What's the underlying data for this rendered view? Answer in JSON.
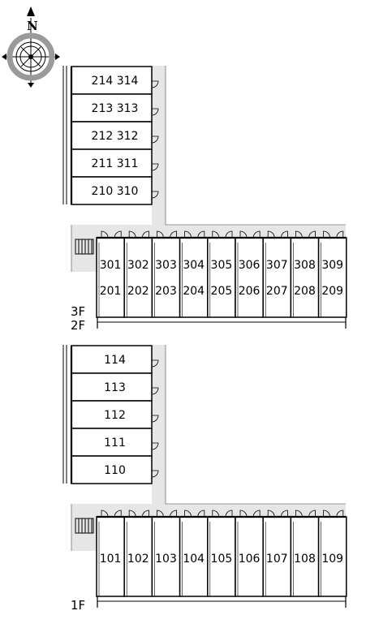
{
  "compass": {
    "north_label": "N",
    "icon": "compass-rose-icon"
  },
  "upper_section": {
    "floor_labels": {
      "top": "3F",
      "bottom": "2F"
    },
    "wing_rooms": [
      "214 314",
      "213 313",
      "212 312",
      "211 311",
      "210 310"
    ],
    "row_rooms": [
      {
        "top": "301",
        "bottom": "201"
      },
      {
        "top": "302",
        "bottom": "202"
      },
      {
        "top": "303",
        "bottom": "203"
      },
      {
        "top": "304",
        "bottom": "204"
      },
      {
        "top": "305",
        "bottom": "205"
      },
      {
        "top": "306",
        "bottom": "206"
      },
      {
        "top": "307",
        "bottom": "207"
      },
      {
        "top": "308",
        "bottom": "208"
      },
      {
        "top": "309",
        "bottom": "209"
      }
    ]
  },
  "lower_section": {
    "floor_label": "1F",
    "wing_rooms": [
      "114",
      "113",
      "112",
      "111",
      "110"
    ],
    "row_rooms": [
      "101",
      "102",
      "103",
      "104",
      "105",
      "106",
      "107",
      "108",
      "109"
    ]
  },
  "colors": {
    "walkway": "#e6e6e6",
    "line": "#000000",
    "compass_gray": "#9a9a9a"
  }
}
